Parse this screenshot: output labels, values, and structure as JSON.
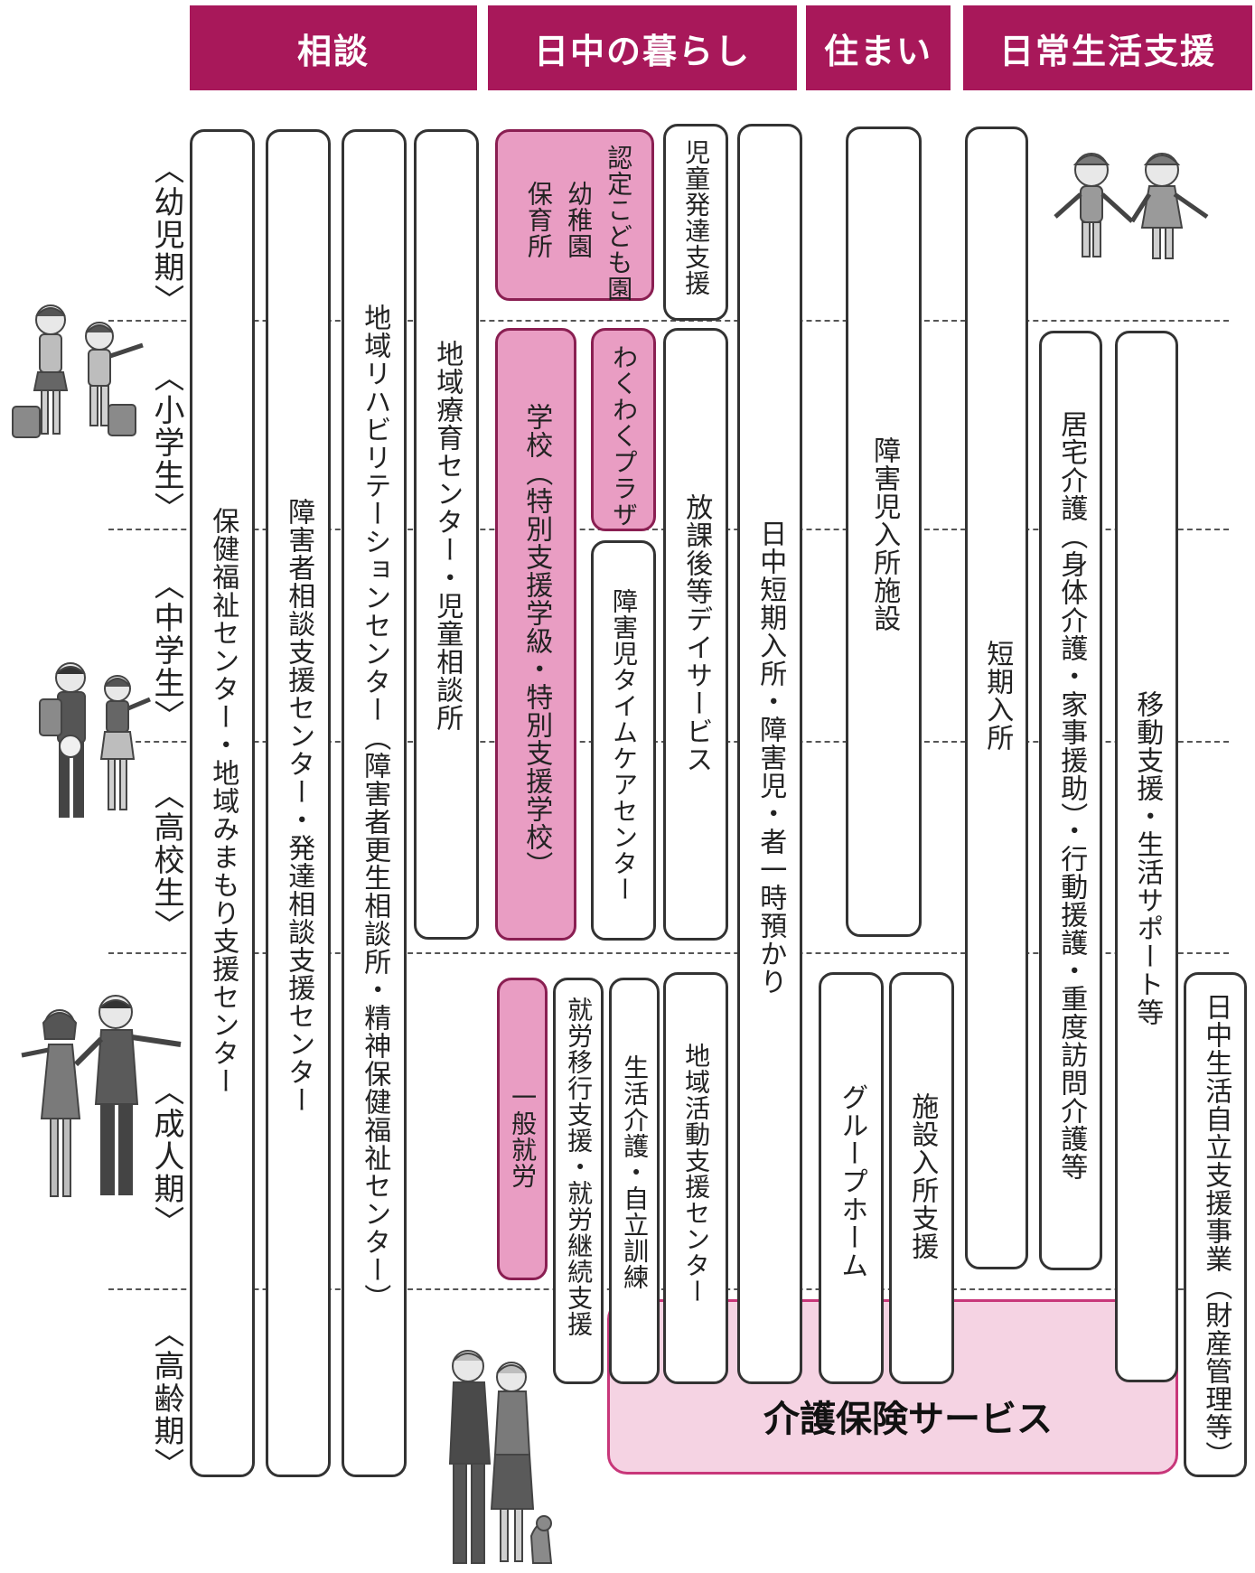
{
  "headers": {
    "soudan": "相談",
    "nicchu": "日中の暮らし",
    "sumai": "住まい",
    "nichijo": "日常生活支援"
  },
  "stages": {
    "youji": "〈幼児期〉",
    "shogaku": "〈小学生〉",
    "chugaku": "〈中学生〉",
    "koko": "〈高校生〉",
    "seijin": "〈成人期〉",
    "koreiki": "〈高齢期〉"
  },
  "columns": {
    "hoken": "保健福祉センター・地域みまもり支援センター",
    "shougaisha_soudan": "障害者相談支援センター・発達相談支援センター",
    "rihabiri": "地域リハビリテーションセンター（障害者更生相談所・精神保健福祉センター）",
    "ryoiku": "地域療育センター・児童相談所",
    "hoikusho_a": "保育所",
    "hoikusho_b": "幼稚園",
    "hoikusho_c": "認定こども園",
    "jido_hattatsu": "児童発達支援",
    "gakko": "学校（特別支援学級・特別支援学校）",
    "wakuwaku": "わくわくプラザ",
    "timecare": "障害児タイムケアセンター",
    "houkago": "放課後等デイサービス",
    "tanki": "日中短期入所・障害児・者一時預かり",
    "ippan": "一般就労",
    "shuro": "就労移行支援・就労継続支援",
    "seikatsu_kaigo": "生活介護・自立訓練",
    "chiiki_katsudo": "地域活動支援センター",
    "nyusho": "障害児入所施設",
    "group_home": "グループホーム",
    "shisetsu": "施設入所支援",
    "tanki_nyusho": "短期入所",
    "kyotaku": "居宅介護（身体介護・家事援助）・行動援護・重度訪問介護等",
    "ido": "移動支援・生活サポート等",
    "jiritsu": "日中生活自立支援事業（財産管理等）"
  },
  "kaigo_label": "介護保険サービス",
  "colors": {
    "header": "#a8185a",
    "pink_fill": "#e99dc3",
    "kaigo_fill": "#f5d3e3",
    "kaigo_border": "#c8377a"
  },
  "illustrations": [
    "kindergarten-children",
    "elementary-students",
    "junior-high-students",
    "adult-couple",
    "elderly-couple-with-dog"
  ]
}
